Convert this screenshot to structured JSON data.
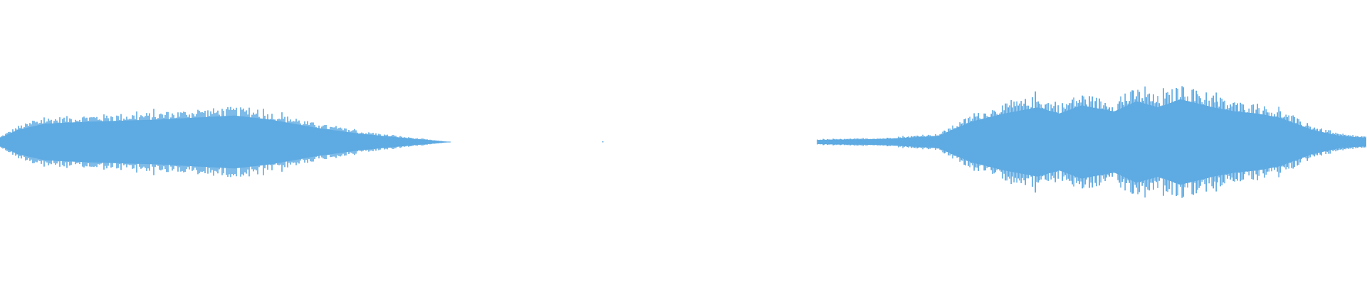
{
  "waveform": {
    "color": "#5eaae2",
    "background": "#ffffff",
    "segments": [
      {
        "name": "segment-1",
        "start_fraction": 0.0,
        "end_fraction": 0.33,
        "envelope": [
          [
            0.0,
            0.04
          ],
          [
            0.04,
            0.12
          ],
          [
            0.1,
            0.18
          ],
          [
            0.2,
            0.2
          ],
          [
            0.35,
            0.22
          ],
          [
            0.52,
            0.26
          ],
          [
            0.6,
            0.22
          ],
          [
            0.7,
            0.14
          ],
          [
            0.8,
            0.08
          ],
          [
            0.92,
            0.03
          ],
          [
            1.0,
            0.0
          ]
        ]
      },
      {
        "name": "segment-2",
        "start_fraction": 0.598,
        "end_fraction": 1.0,
        "envelope": [
          [
            0.0,
            0.02
          ],
          [
            0.12,
            0.03
          ],
          [
            0.22,
            0.06
          ],
          [
            0.28,
            0.2
          ],
          [
            0.34,
            0.28
          ],
          [
            0.4,
            0.34
          ],
          [
            0.44,
            0.28
          ],
          [
            0.48,
            0.36
          ],
          [
            0.54,
            0.3
          ],
          [
            0.58,
            0.4
          ],
          [
            0.62,
            0.34
          ],
          [
            0.66,
            0.42
          ],
          [
            0.72,
            0.34
          ],
          [
            0.76,
            0.3
          ],
          [
            0.8,
            0.28
          ],
          [
            0.84,
            0.24
          ],
          [
            0.9,
            0.12
          ],
          [
            0.95,
            0.06
          ],
          [
            1.0,
            0.04
          ]
        ]
      }
    ]
  }
}
